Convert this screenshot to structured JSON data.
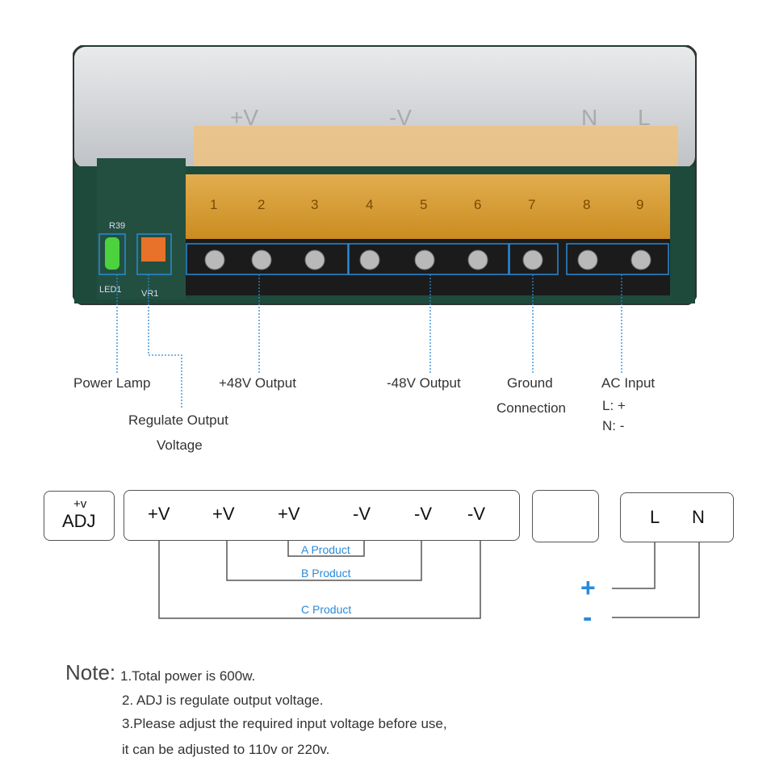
{
  "photo": {
    "case_labels": [
      "+V",
      "-V",
      "N",
      "L"
    ],
    "terminal_numbers": [
      "1",
      "2",
      "3",
      "4",
      "5",
      "6",
      "7",
      "8",
      "9"
    ],
    "board_labels": [
      "R39",
      "LED1",
      "VR1"
    ]
  },
  "callouts": {
    "power_lamp": "Power Lamp",
    "regulate_line1": "Regulate Output",
    "regulate_line2": "Voltage",
    "plus48": "+48V Output",
    "minus48": "-48V Output",
    "ground_line1": "Ground",
    "ground_line2": "Connection",
    "ac_input": "AC Input",
    "ac_l": "L:  +",
    "ac_n": "N:  -"
  },
  "wiring": {
    "adj_top": "+v",
    "adj_main": "ADJ",
    "terminals": [
      "+V",
      "+V",
      "+V",
      "-V",
      "-V",
      "-V"
    ],
    "products": [
      "A Product",
      "B Product",
      "C Product"
    ],
    "ac_terminals": [
      "L",
      "N"
    ],
    "plus_sign": "+",
    "minus_sign": "-",
    "accent_color": "#2a8ad8"
  },
  "note": {
    "heading": "Note:",
    "lines": [
      "1.Total power is 600w.",
      "2. ADJ is regulate output voltage.",
      "3.Please adjust the required input voltage before use,",
      "it can be adjusted to 110v or 220v."
    ]
  }
}
